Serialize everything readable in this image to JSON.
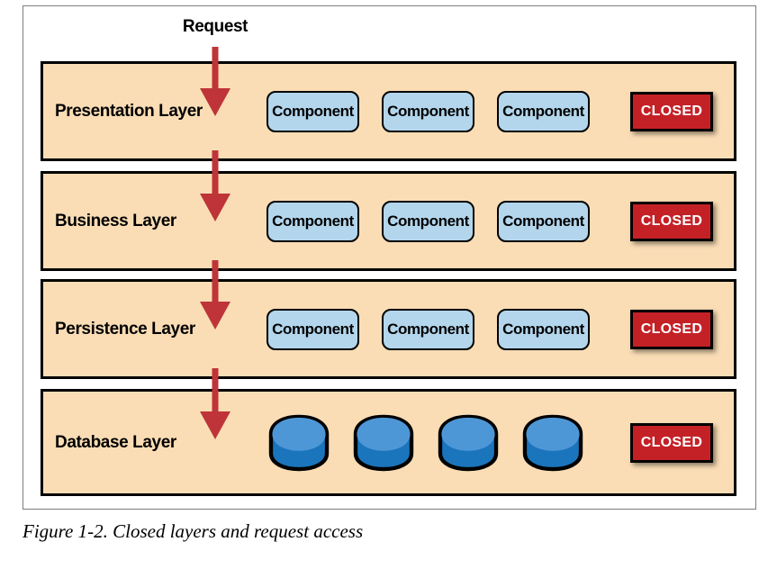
{
  "figure": {
    "request_label": "Request",
    "component_label": "Component",
    "closed_label": "CLOSED",
    "layers": [
      {
        "name": "Presentation Layer",
        "content": "components",
        "status": "CLOSED"
      },
      {
        "name": "Business Layer",
        "content": "components",
        "status": "CLOSED"
      },
      {
        "name": "Persistence Layer",
        "content": "components",
        "status": "CLOSED"
      },
      {
        "name": "Database Layer",
        "content": "databases",
        "status": "CLOSED"
      }
    ],
    "components_per_layer": 3,
    "databases_in_database_layer": 4,
    "caption": "Figure 1-2. Closed layers and request access",
    "colors": {
      "layer_fill": "#FADDB5",
      "component_fill": "#B3D6EC",
      "closed_fill": "#C42127",
      "arrow_red": "#BE3438",
      "db_blue": "#1B75BC",
      "db_blue_light": "#4E97D7",
      "line_black": "#000000",
      "frame_gray": "#7D7D7D"
    }
  }
}
